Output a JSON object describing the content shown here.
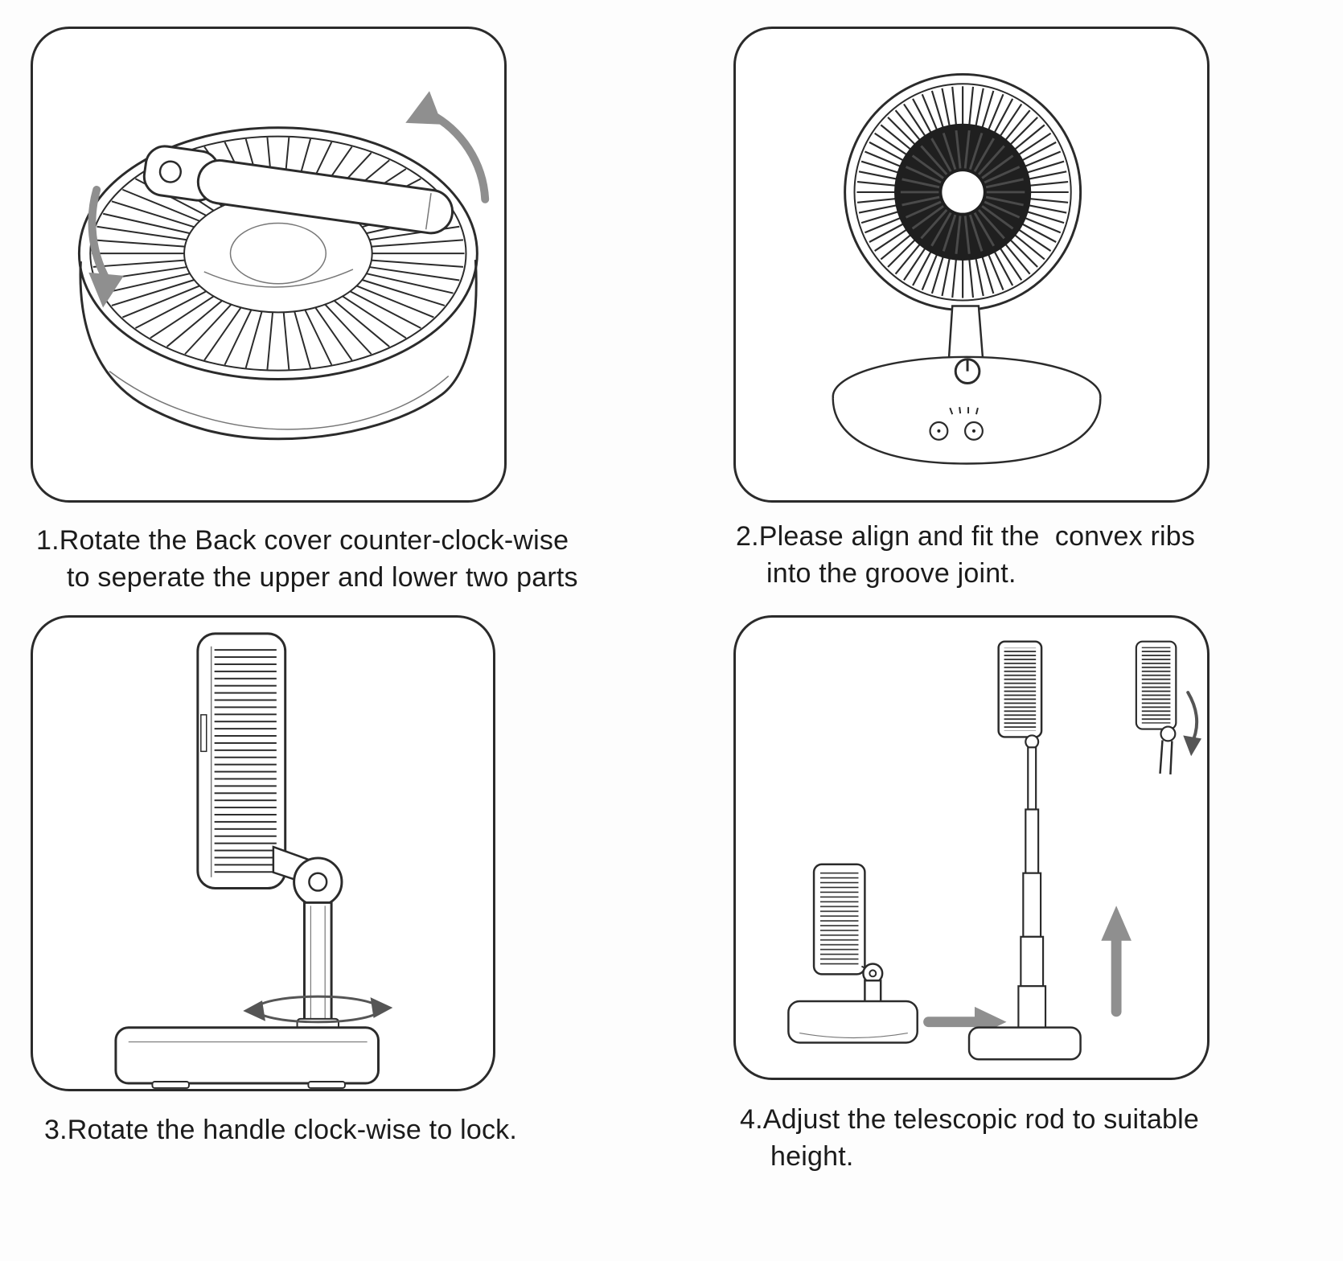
{
  "page": {
    "ink_color": "#2b2b2b",
    "arrow_color": "#8f8f8f",
    "background": "#fdfdfd"
  },
  "steps": [
    {
      "number": "1",
      "caption_line1": "1.Rotate the Back cover counter-clock-wise",
      "caption_line2": "to seperate the upper and lower two parts",
      "illustration": "folded-fan-top-view-with-handle-and-ccw-rotation-arrows"
    },
    {
      "number": "2",
      "caption_line1": "2.Please align and fit the  convex ribs",
      "caption_line2": "into the groove joint.",
      "illustration": "assembled-fan-front-view-on-round-base"
    },
    {
      "number": "3",
      "caption_line1": "3.Rotate the handle clock-wise to lock.",
      "caption_line2": "",
      "illustration": "fan-side-view-with-pole-rotation-arrows"
    },
    {
      "number": "4",
      "caption_line1": "4.Adjust the telescopic rod to suitable",
      "caption_line2": "height.",
      "illustration": "folded-fan-then-extended-telescopic-rod"
    }
  ],
  "icons": {
    "step1_rotation_arrows": "counter-clockwise-rotation-arrows",
    "step3_rotation_arrows": "pole-rotation-arrows",
    "step4_move_right_arrow": "arrow-right",
    "step4_move_up_arrow": "arrow-up",
    "step4_tilt_arrow": "head-tilt-rotation-arrow"
  }
}
